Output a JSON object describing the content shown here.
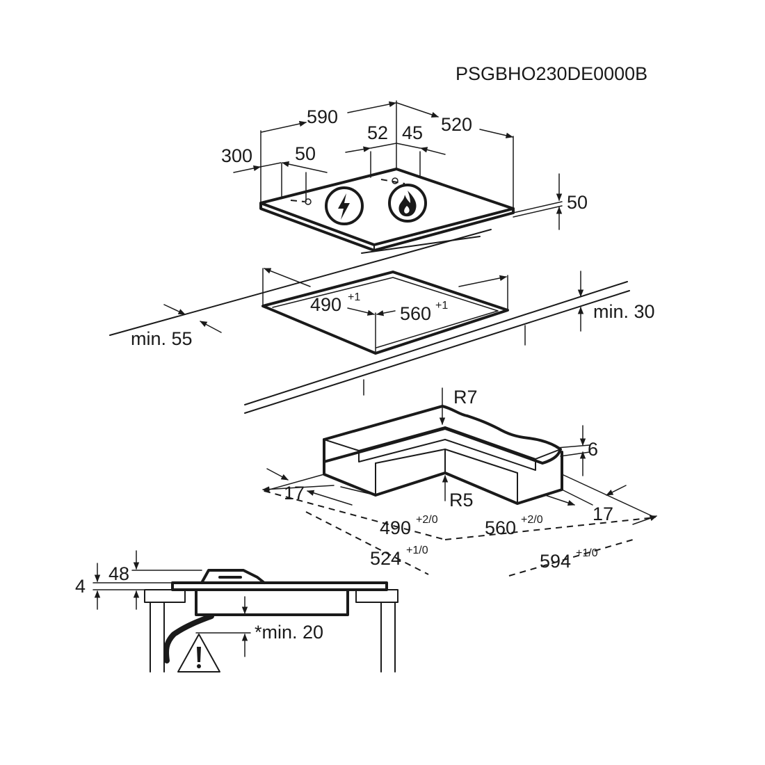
{
  "model_code": "PSGBHO230DE0000B",
  "top_view": {
    "dim_width": "590",
    "dim_depth": "520",
    "dim_left_offset": "300",
    "dim_left_small": "50",
    "dim_mid_a": "52",
    "dim_mid_b": "45",
    "dim_right_height": "50",
    "icons": [
      "electric-icon",
      "gas-flame-icon"
    ]
  },
  "cutout": {
    "width": "490",
    "width_tol": "+1",
    "depth": "560",
    "depth_tol": "+1",
    "min_front": "min. 55",
    "min_back": "min. 30"
  },
  "frame": {
    "radius_outer": "R7",
    "radius_inner": "R5",
    "depth": "6",
    "rim_left": "17",
    "rim_right": "17",
    "inner_width": "490",
    "inner_width_tol": "+2/0",
    "inner_depth": "560",
    "inner_depth_tol": "+2/0",
    "outer_width": "524",
    "outer_width_tol": "+1/0",
    "outer_depth": "594",
    "outer_depth_tol": "+1/0"
  },
  "side_view": {
    "dim_small": "4",
    "dim_height": "48",
    "min_clearance": "*min. 20",
    "warning_icon": "warning-triangle-icon"
  }
}
